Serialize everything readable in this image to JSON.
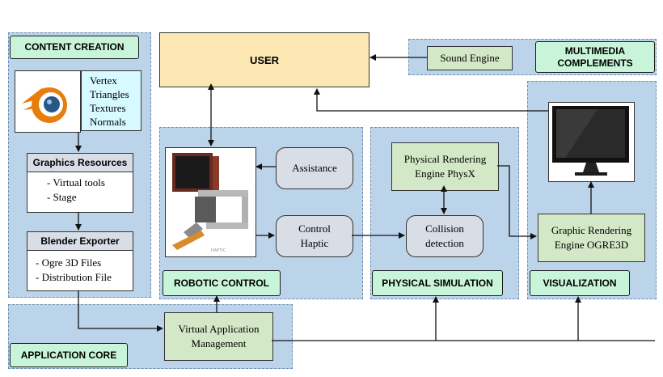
{
  "labels": {
    "content_creation": "CONTENT CREATION",
    "multimedia": "MULTIMEDIA\nCOMPLEMENTS",
    "robotic_control": "ROBOTIC CONTROL",
    "physical_simulation": "PHYSICAL SIMULATION",
    "visualization": "VISUALIZATION",
    "application_core": "APPLICATION CORE"
  },
  "user": "USER",
  "sound_engine": "Sound Engine",
  "blender_attrs": "Vertex\nTriangles\nTextures\nNormals",
  "graphics_resources": {
    "title": "Graphics Resources",
    "items": "- Virtual tools\n- Stage"
  },
  "blender_exporter": {
    "title": "Blender Exporter",
    "items": "- Ogre 3D Files\n- Distribution File"
  },
  "assistance": "Assistance",
  "control_haptic": "Control\nHaptic",
  "physx": "Physical Rendering\nEngine PhysX",
  "collision": "Collision\ndetection",
  "ogre": "Graphic Rendering\nEngine OGRE3D",
  "vam": "Virtual Application\nManagement",
  "colors": {
    "region": "#bcd4ea",
    "label": "#c8f5d9",
    "user": "#fde8b4",
    "green_box": "#d3e8c6",
    "grey_box": "#d9dde6",
    "blender_attrs": "#d6faff"
  }
}
